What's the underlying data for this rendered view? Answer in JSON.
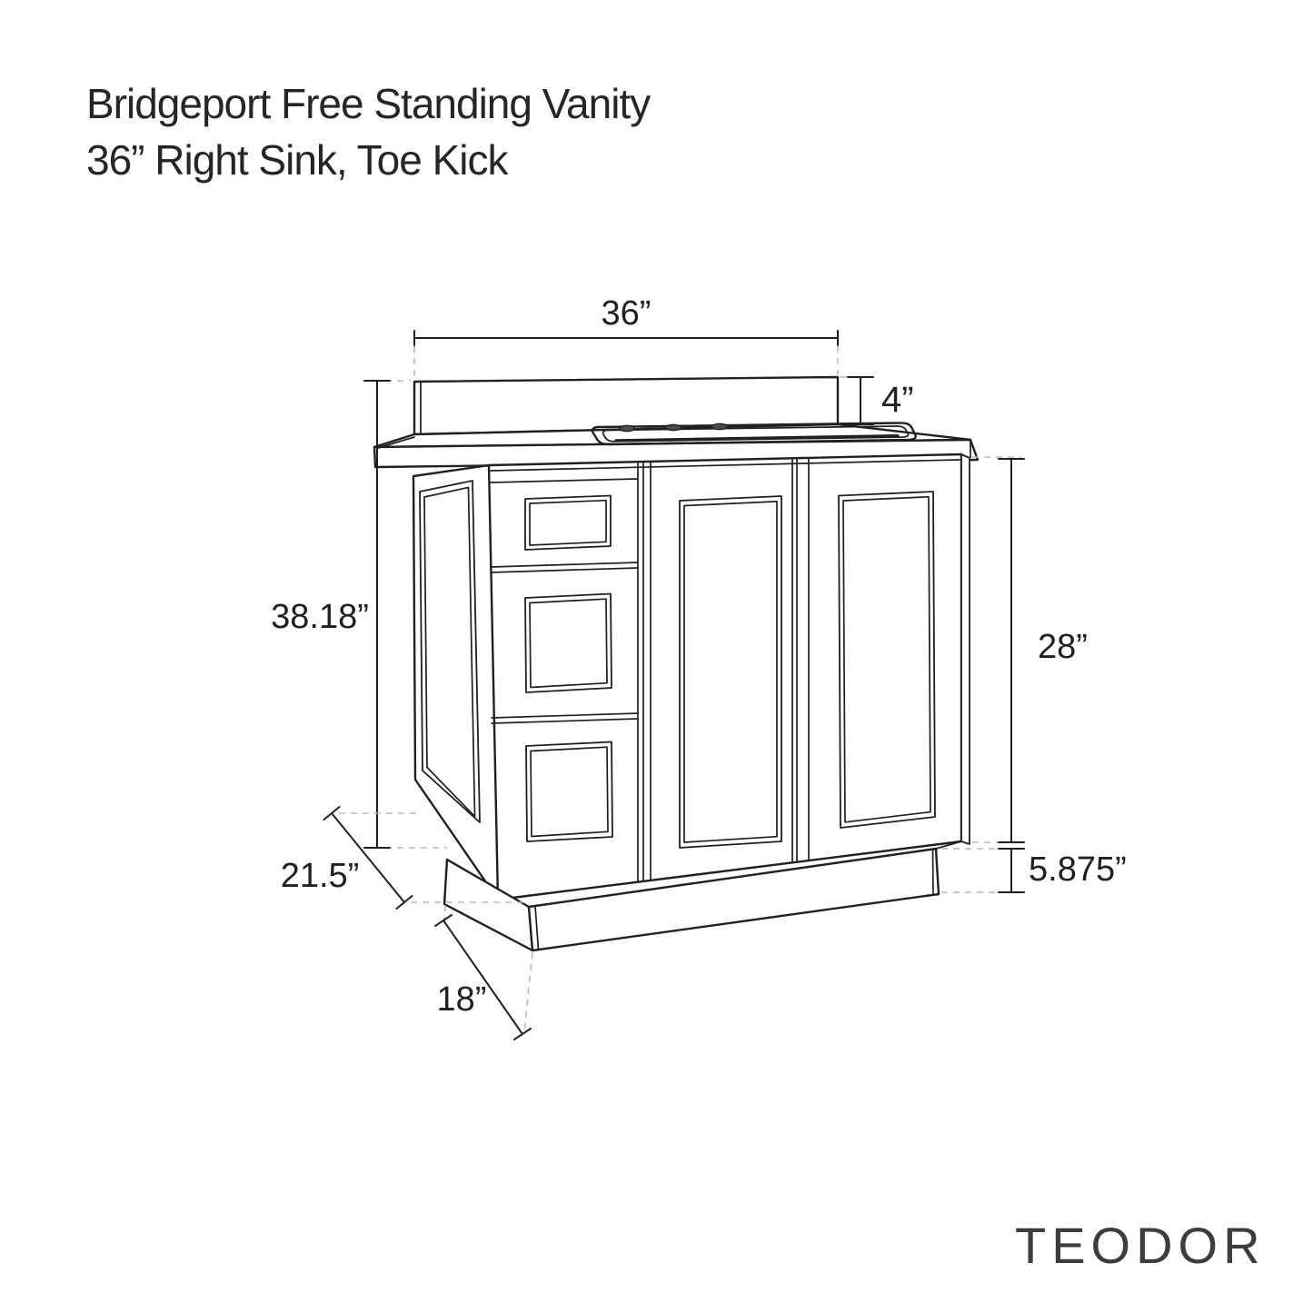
{
  "title": {
    "line1": "Bridgeport Free Standing Vanity",
    "line2": "36” Right Sink, Toe Kick"
  },
  "brand": "TEODOR",
  "dimensions": {
    "overall_width": "36”",
    "backsplash_height": "4”",
    "overall_height": "38.18”",
    "cabinet_height": "28”",
    "overall_depth": "21.5”",
    "toe_kick_height": "5.875”",
    "toe_kick_depth": "18”"
  },
  "colors": {
    "line": "#231f20",
    "guide": "#b9b9b9",
    "text": "#231f20",
    "background": "#ffffff"
  }
}
